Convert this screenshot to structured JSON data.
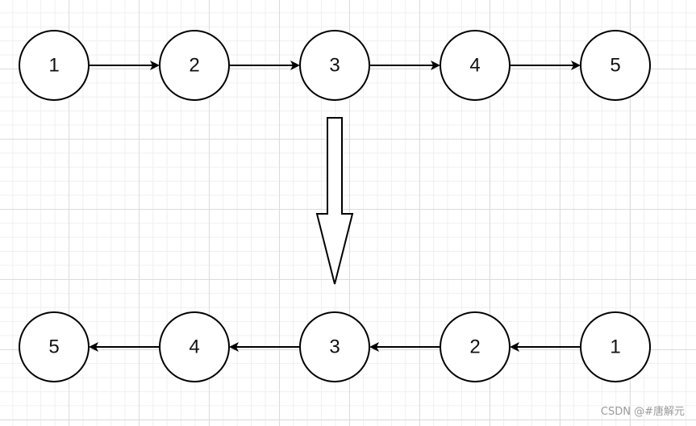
{
  "diagram": {
    "top_row": [
      "1",
      "2",
      "3",
      "4",
      "5"
    ],
    "bottom_row": [
      "5",
      "4",
      "3",
      "2",
      "1"
    ],
    "colors": {
      "node_stroke": "#000000",
      "node_fill": "#ffffff",
      "arrow": "#000000"
    }
  },
  "watermark": "CSDN @#唐解元"
}
